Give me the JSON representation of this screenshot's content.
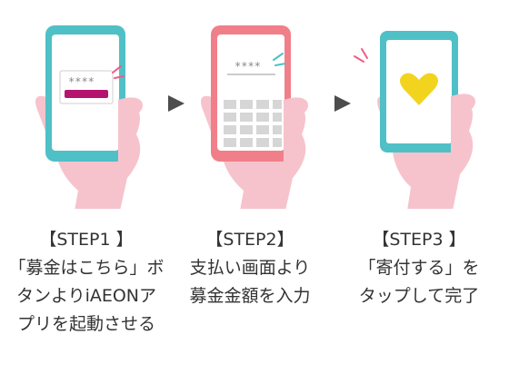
{
  "steps": [
    {
      "title": "【STEP1 】",
      "lines": [
        "「募金はこちら」ボ",
        "タンよりiAEONア",
        "プリを起動させる"
      ],
      "phone_color": "#4fc0c6",
      "masked_input": "****",
      "action_button_color": "#b4146e"
    },
    {
      "title": "【STEP2】",
      "lines": [
        "支払い画面より",
        "募金金額を入力"
      ],
      "phone_color": "#f07f8a",
      "masked_input": "****",
      "keypad_color": "#d6d6d6"
    },
    {
      "title": "【STEP3 】",
      "lines": [
        "「寄付する」を",
        "タップして完了"
      ],
      "phone_color": "#4fc0c6",
      "heart_color": "#f2d41e"
    }
  ],
  "colors": {
    "hand": "#f6c3cd",
    "screen": "#ffffff",
    "tap_accent": "#f35b86",
    "arrow": "#4d4d4d"
  }
}
